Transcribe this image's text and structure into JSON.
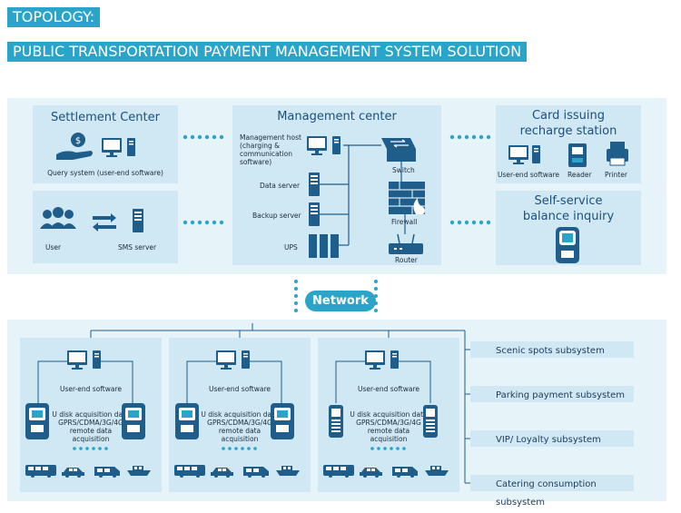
{
  "header": {
    "line1": "TOPOLOGY:",
    "line2": "PUBLIC TRANSPORTATION PAYMENT MANAGEMENT SYSTEM SOLUTION"
  },
  "settlement": {
    "title": "Settlement Center",
    "query_label": "Query system (user-end software)"
  },
  "sms_box": {
    "user_label": "User",
    "sms_label": "SMS server"
  },
  "management": {
    "title": "Management center",
    "host_label": "Management host (charging & communication software)",
    "data_server": "Data server",
    "backup_server": "Backup server",
    "ups": "UPS",
    "switch": "Switch",
    "firewall": "Firewall",
    "router": "Router"
  },
  "card_issuing": {
    "title_line1": "Card issuing",
    "title_line2": "recharge station",
    "user_end": "User-end software",
    "reader": "Reader",
    "printer": "Printer"
  },
  "self_service": {
    "title_line1": "Self-service",
    "title_line2": "balance inquiry"
  },
  "network": {
    "label": "Network"
  },
  "terminals": [
    {
      "software": "User-end software",
      "line1": "U disk acquisition data",
      "line2": "GPRS/CDMA/3G/4G",
      "line3": "remote data acquisition"
    },
    {
      "software": "User-end software",
      "line1": "U disk acquisition data",
      "line2": "GPRS/CDMA/3G/4G",
      "line3": "remote data acquisition"
    },
    {
      "software": "User-end software",
      "line1": "U disk acquisition data",
      "line2": "GPRS/CDMA/3G/4G",
      "line3": "remote data acquisition"
    }
  ],
  "subsystems": [
    "Scenic spots subsystem",
    "Parking payment subsystem",
    "VIP/ Loyalty subsystem",
    "Catering consumption subsystem"
  ]
}
